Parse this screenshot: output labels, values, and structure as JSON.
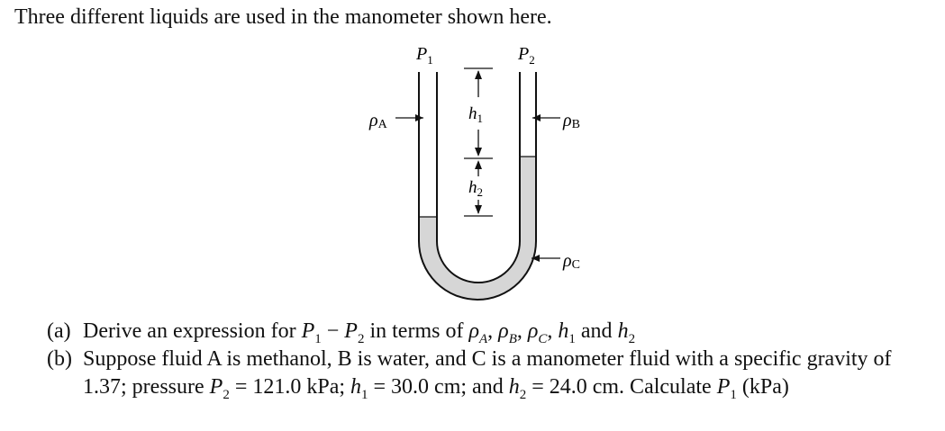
{
  "intro": "Three different liquids are used in the manometer shown here.",
  "diagram": {
    "labels": {
      "p1": "P",
      "p1_sub": "1",
      "p2": "P",
      "p2_sub": "2",
      "rho_a": "ρ",
      "rho_a_sub": "A",
      "rho_b": "ρ",
      "rho_b_sub": "B",
      "rho_c": "ρ",
      "rho_c_sub": "C",
      "h1": "h",
      "h1_sub": "1",
      "h2": "h",
      "h2_sub": "2"
    },
    "colors": {
      "fluid": "#d6d6d6",
      "line": "#111111"
    }
  },
  "parts": {
    "a": {
      "label": "(a)",
      "text_1": "Derive an expression for ",
      "p1": "P",
      "p1_sub": "1",
      "minus": " − ",
      "p2": "P",
      "p2_sub": "2",
      "text_2": " in terms of ",
      "rho": "ρ",
      "rho_a_sub": "A",
      "rho_b_sub": "B",
      "rho_c_sub": "C",
      "sep": ",  ",
      "h": "h",
      "h1_sub": "1",
      "and": " and ",
      "h2_sub": "2"
    },
    "b": {
      "label": "(b)",
      "text_1": "Suppose fluid A is methanol, B is water, and C is a manometer fluid with a specific gravity of 1.37; pressure ",
      "p2": "P",
      "p2_sub": "2",
      "eq_1": " = 121.0 kPa; ",
      "h1": "h",
      "h1_sub": "1",
      "eq_2": " = 30.0 cm; and ",
      "h2": "h",
      "h2_sub": "2",
      "eq_3": " = 24.0 cm. Calculate ",
      "p1": "P",
      "p1_sub": "1",
      "text_2": " (kPa)"
    }
  }
}
